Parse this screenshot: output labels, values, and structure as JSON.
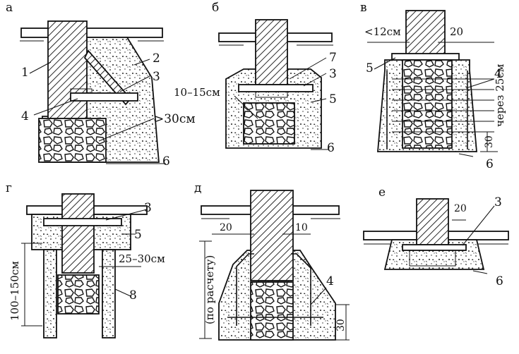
{
  "panels": {
    "a": {
      "letter": "а",
      "callouts": [
        "1",
        "2",
        "3",
        "4",
        "6"
      ],
      "dimension": ">30см"
    },
    "b": {
      "letter": "б",
      "callouts": [
        "7",
        "3",
        "5",
        "6"
      ],
      "dimension": "10–15см"
    },
    "v": {
      "letter": "в",
      "callouts": [
        "5",
        "4",
        "6"
      ],
      "dim_gap": "<12см",
      "dim_20": "20",
      "dim_spacing": "через 25см",
      "dim_30": "30"
    },
    "g": {
      "letter": "г",
      "callouts": [
        "3",
        "5",
        "8"
      ],
      "dim_height": "100–150см",
      "dim_width": "25–30см"
    },
    "d": {
      "letter": "д",
      "callouts": [
        "4"
      ],
      "dim_20": "20",
      "dim_10": "10",
      "dim_calc": "(по расчету)",
      "dim_30": "30"
    },
    "e": {
      "letter": "е",
      "callouts": [
        "3",
        "6"
      ],
      "dim_20": "20"
    }
  },
  "legend": {
    "hatch": "brick-hatch",
    "concrete": "concrete-stipple",
    "rubble": "rubble-stone"
  }
}
